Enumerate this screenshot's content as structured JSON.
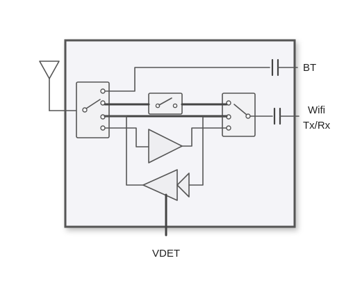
{
  "labels": {
    "bt": "BT",
    "wifi_line1": "Wifi",
    "wifi_line2": "Tx/Rx",
    "vdet": "VDET"
  },
  "colors": {
    "line": "#555555",
    "box_fill": "#f2f2f4",
    "text": "#222222"
  },
  "icons": {
    "antenna": "antenna-icon",
    "capacitor": "capacitor-icon",
    "switch": "switch-icon",
    "amplifier": "amplifier-icon"
  }
}
